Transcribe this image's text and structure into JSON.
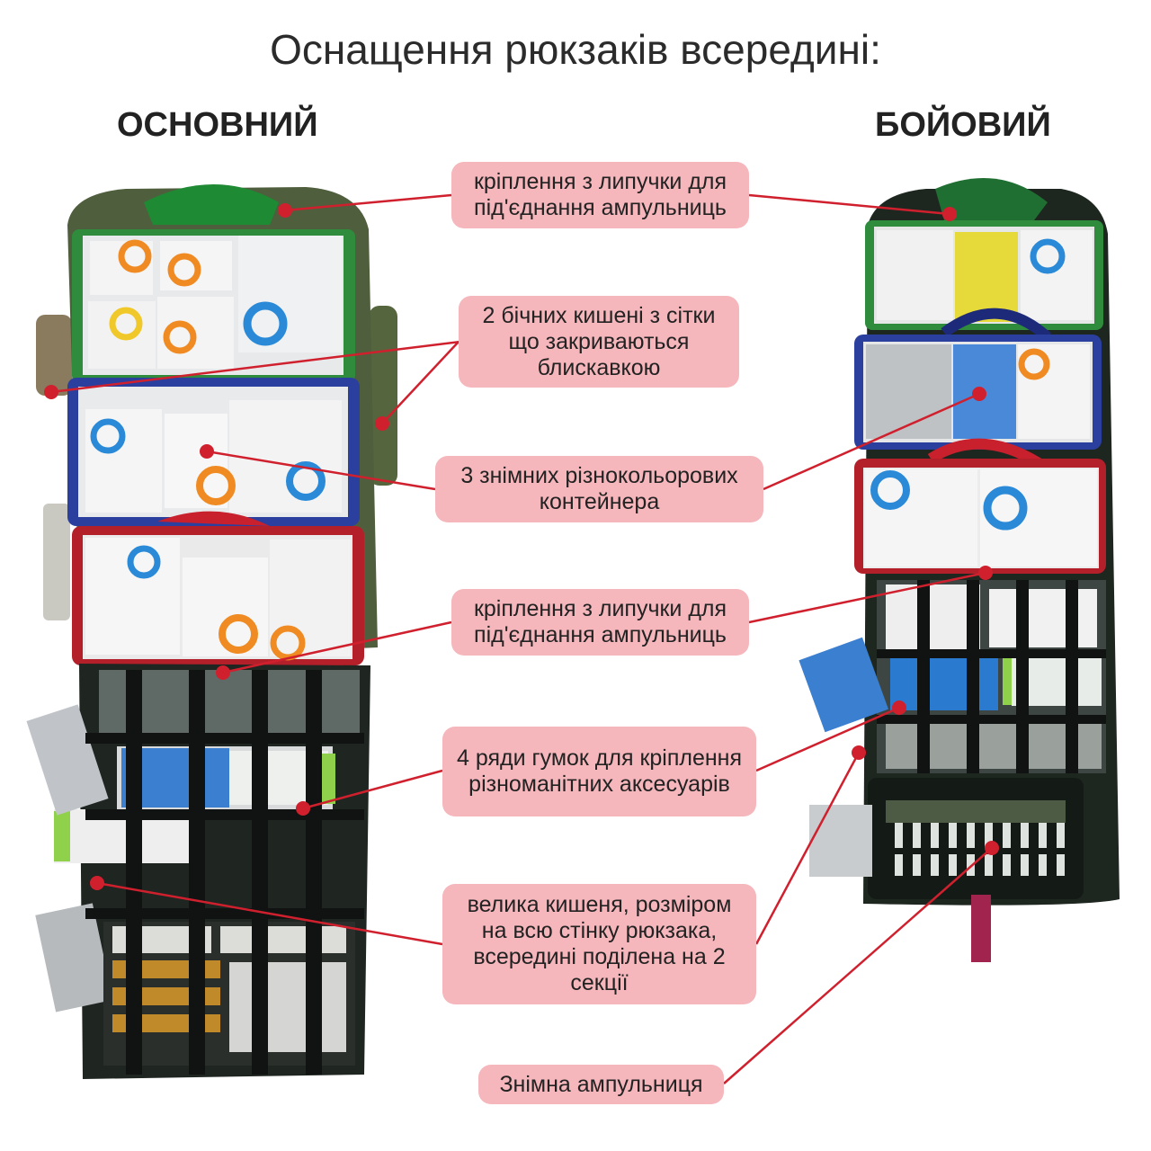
{
  "title": "Оснащення рюкзаків всередині:",
  "kits": {
    "main": "ОСНОВНИЙ",
    "combat": "БОЙОВИЙ"
  },
  "callouts": [
    "кріплення з липучки для під'єднання ампульниць",
    "2 бічних кишені з сітки що закриваються блискавкою",
    "3 знімних різнокольорових контейнера",
    "кріплення з липучки для під'єднання ампульниць",
    "4 ряди гумок для кріплення різноманітних аксесуарів",
    "велика кишеня, розміром на всю стінку рюкзака, всередині поділена на 2 секції",
    "Знімна ампульниця"
  ],
  "colors": {
    "callout_fill": "#f5b7bc",
    "leader_line": "#d0202e",
    "bag_olive": "#4a5a3a",
    "container_green": "#2e8b3a",
    "container_blue": "#2a3f9e",
    "container_red": "#b3202a"
  }
}
